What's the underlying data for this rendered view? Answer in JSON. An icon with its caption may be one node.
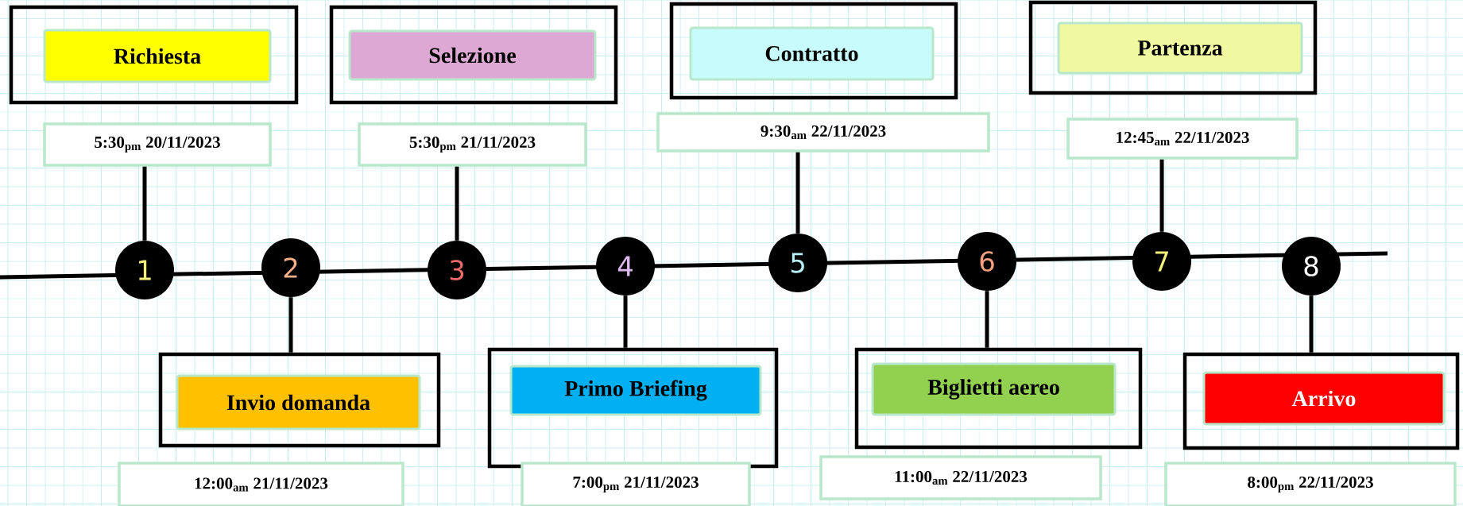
{
  "diagram": {
    "nodes": [
      {
        "text": [],
        "shape": "box"
      },
      {
        "text": [
          "Richiesta"
        ],
        "in": 0
      },
      {
        "text": [
          "5:30$_{pm}$ 20/11/2023"
        ]
      },
      {
        "text": [
          "1"
        ]
      },
      {
        "text": [],
        "shape": "box"
      },
      {
        "text": [
          "Invio domanda"
        ],
        "in": 4
      },
      {
        "text": [
          "12:00$_{am}$ 21/11/2023"
        ]
      },
      {
        "text": [
          "2"
        ]
      },
      {
        "text": [],
        "shape": "box"
      },
      {
        "text": [
          "Selezione"
        ],
        "in": 8
      },
      {
        "text": [
          "5:30$_{pm}$ 21/11/2023"
        ]
      },
      {
        "text": [
          "3"
        ]
      },
      {
        "text": [],
        "shape": "box"
      },
      {
        "text": [
          "Primo Briefing"
        ],
        "in": 12
      },
      {
        "text": [
          "7:00$_{pm}$ 21/11/2023"
        ]
      },
      {
        "text": [
          "4"
        ]
      },
      {
        "text": [],
        "shape": "box"
      },
      {
        "text": [
          "Contratto"
        ],
        "in": 16
      },
      {
        "text": [
          "9:30$_{am}$ 22/11/2023"
        ]
      },
      {
        "text": [
          "5"
        ]
      },
      {
        "text": [],
        "shape": "box"
      },
      {
        "text": [
          "Biglietti aereo"
        ],
        "in": 20
      },
      {
        "text": [
          "11:00$_{am}$ 22/11/2023"
        ]
      },
      {
        "text": [
          "6"
        ]
      },
      {
        "text": [],
        "shape": "box"
      },
      {
        "text": [
          "Partenza"
        ],
        "in": 24
      },
      {
        "text": [
          "12:45$_{am}$ 22/11/2023"
        ]
      },
      {
        "text": [
          "7"
        ]
      },
      {
        "text": [],
        "shape": "box"
      },
      {
        "text": [
          "Arrivo"
        ],
        "in": 28
      },
      {
        "text": [
          "8:00$_{pm}$ 22/11/2023"
        ]
      },
      {
        "text": [
          "8"
        ]
      }
    ],
    "edges": [
      {
        "from": 3,
        "to": 2,
        "arrow": "none"
      },
      {
        "from": 7,
        "to": 4,
        "arrow": "none"
      },
      {
        "from": 11,
        "to": 10,
        "arrow": "none"
      },
      {
        "from": 15,
        "to": 12,
        "arrow": "none"
      },
      {
        "from": 19,
        "to": 18,
        "arrow": "none"
      },
      {
        "from": 23,
        "to": 20,
        "arrow": "none"
      },
      {
        "from": 27,
        "to": 26,
        "arrow": "none"
      },
      {
        "from": 31,
        "to": 28,
        "arrow": "none"
      }
    ]
  }
}
